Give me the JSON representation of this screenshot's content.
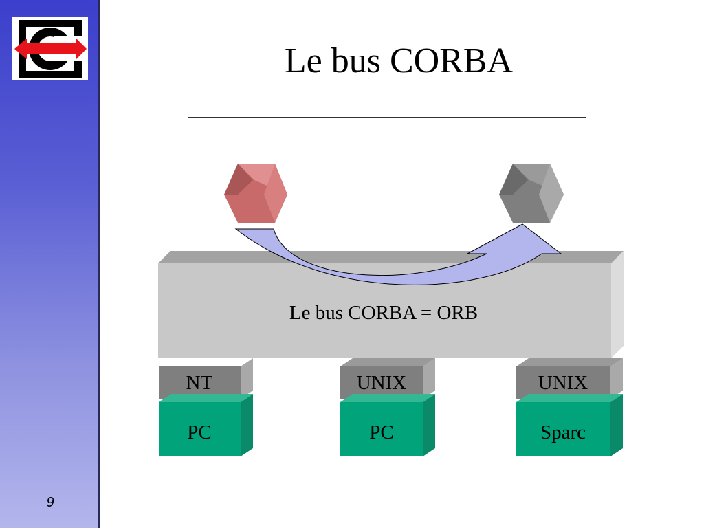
{
  "slide": {
    "title": "Le bus CORBA",
    "page_number": "9"
  },
  "colors": {
    "sidebar_top": "#3b3fcc",
    "sidebar_bottom": "#b3b6ec",
    "bus": "#c8c8c8",
    "os_box": "#7f7f7f",
    "hw_box": "#00a37a",
    "client_object": "#c86a6a",
    "server_object": "#7f7f7f",
    "arrow": "#b3b6ec"
  },
  "bus": {
    "label": "Le bus CORBA = ORB"
  },
  "nodes": [
    {
      "os": "NT",
      "hardware": "PC"
    },
    {
      "os": "UNIX",
      "hardware": "PC"
    },
    {
      "os": "UNIX",
      "hardware": "Sparc"
    }
  ]
}
